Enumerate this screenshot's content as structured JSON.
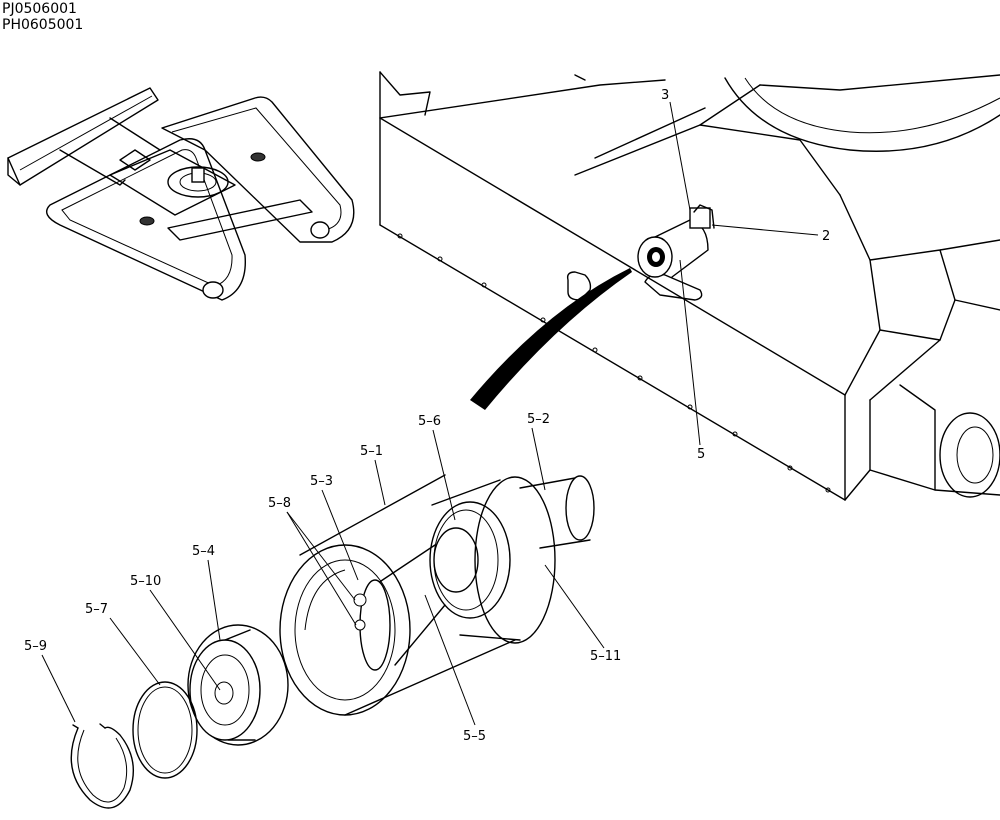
{
  "header": {
    "codes": [
      "PJ0506001",
      "PH0605001"
    ]
  },
  "callouts": {
    "c2": "2",
    "c3": "3",
    "c5": "5",
    "c5_1": "5–1",
    "c5_2": "5–2",
    "c5_3": "5–3",
    "c5_4": "5–4",
    "c5_5": "5–5",
    "c5_6": "5–6",
    "c5_7": "5–7",
    "c5_8": "5–8",
    "c5_9": "5–9",
    "c5_10": "5–10",
    "c5_11": "5–11"
  },
  "icons": {
    "overview": "excavator-undercarriage-icon",
    "frame": "track-frame-icon",
    "roller": "track-roller-icon"
  },
  "colors": {
    "line": "#000000",
    "background": "#ffffff"
  }
}
